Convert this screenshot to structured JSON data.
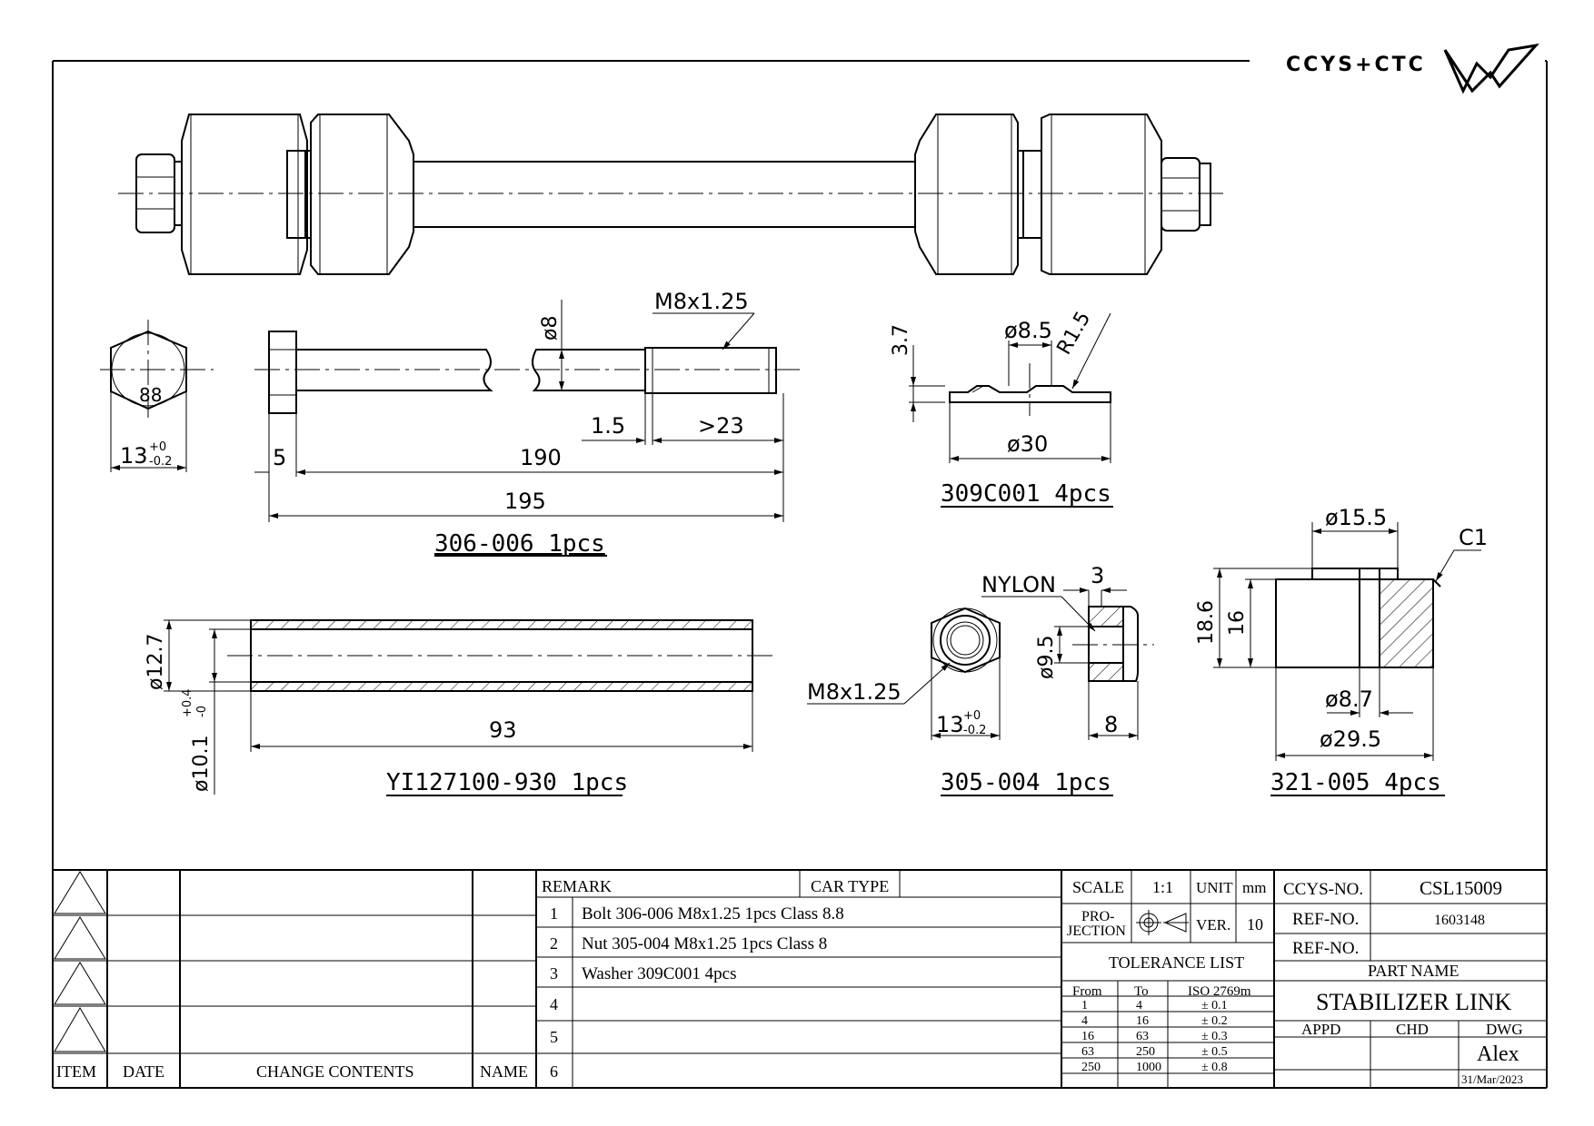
{
  "logo": {
    "text": "CCYS+CTC"
  },
  "labels": {
    "bolt": "306-006 1pcs",
    "washer": "309C001 4pcs",
    "tube": "YI127100-930 1pcs",
    "nut": "305-004 1pcs",
    "bushing": "321-005 4pcs"
  },
  "dims": {
    "bolt_hex_mark": "88",
    "bolt_hex_width": "13",
    "bolt_hex_tol_up": "+0",
    "bolt_hex_tol_dn": "-0.2",
    "bolt_head": "5",
    "bolt_190": "190",
    "bolt_195": "195",
    "bolt_dia": "ø8",
    "bolt_thread": "M8x1.25",
    "bolt_15": "1.5",
    "bolt_23": ">23",
    "washer_37": "3.7",
    "washer_id": "ø8.5",
    "washer_r": "R1.5",
    "washer_od": "ø30",
    "tube_od": "ø12.7",
    "tube_id": "ø10.1",
    "tube_tol_up": "+0.4",
    "tube_tol_dn": "-0",
    "tube_len": "93",
    "nut_thread": "M8x1.25",
    "nut_nylon": "NYLON",
    "nut_3": "3",
    "nut_95": "ø9.5",
    "nut_13": "13",
    "nut_tol_up": "+0",
    "nut_tol_dn": "-0.2",
    "nut_8": "8",
    "bush_155": "ø15.5",
    "bush_c1": "C1",
    "bush_186": "18.6",
    "bush_16": "16",
    "bush_87": "ø8.7",
    "bush_295": "ø29.5"
  },
  "title_block": {
    "headers": {
      "item": "ITEM",
      "date": "DATE",
      "change": "CHANGE CONTENTS",
      "name": "NAME"
    },
    "remark": "REMARK",
    "car_type": "CAR TYPE",
    "remarks": [
      {
        "no": "1",
        "text": "Bolt 306-006 M8x1.25 1pcs Class 8.8"
      },
      {
        "no": "2",
        "text": "Nut 305-004 M8x1.25 1pcs Class 8"
      },
      {
        "no": "3",
        "text": "Washer 309C001 4pcs"
      },
      {
        "no": "4",
        "text": ""
      },
      {
        "no": "5",
        "text": ""
      },
      {
        "no": "6",
        "text": ""
      }
    ],
    "scale_label": "SCALE",
    "scale_value": "1:1",
    "unit_label": "UNIT",
    "unit_value": "mm",
    "projection_l1": "PRO-",
    "projection_l2": "JECTION",
    "ver_label": "VER.",
    "ver_value": "10",
    "tolerance_title": "TOLERANCE LIST",
    "tol_headers": {
      "from": "From",
      "to": "To",
      "iso": "ISO 2769m"
    },
    "tolerances": [
      {
        "from": "1",
        "to": "4",
        "tol": "± 0.1"
      },
      {
        "from": "4",
        "to": "16",
        "tol": "± 0.2"
      },
      {
        "from": "16",
        "to": "63",
        "tol": "± 0.3"
      },
      {
        "from": "63",
        "to": "250",
        "tol": "± 0.5"
      },
      {
        "from": "250",
        "to": "1000",
        "tol": "± 0.8"
      }
    ],
    "ccys_no_label": "CCYS-NO.",
    "ccys_no_value": "CSL15009",
    "ref_no_label": "REF-NO.",
    "ref_no_value": "1603148",
    "ref_no2_label": "REF-NO.",
    "part_name_label": "PART NAME",
    "part_name": "STABILIZER LINK",
    "appd": "APPD",
    "chd": "CHD",
    "dwg": "DWG",
    "drawn_by": "Alex",
    "date": "31/Mar/2023"
  }
}
